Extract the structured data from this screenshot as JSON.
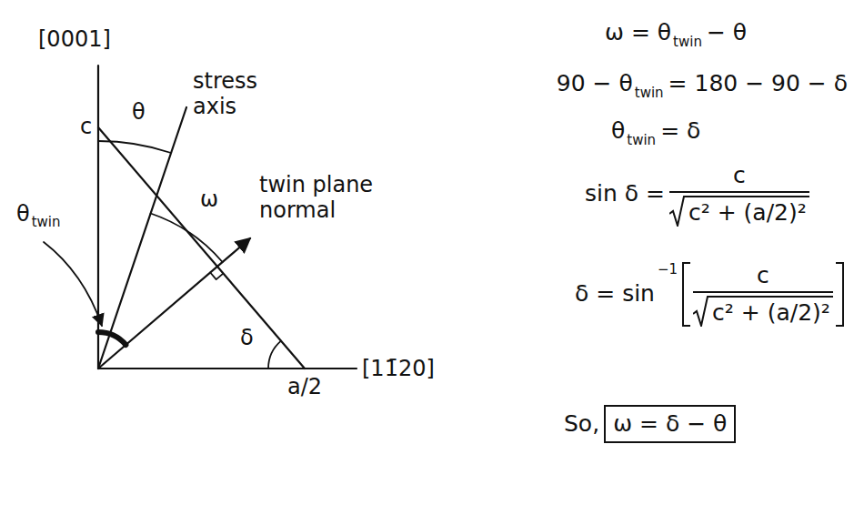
{
  "diagram": {
    "labels": [
      "[0001]",
      "c",
      "stress axis",
      "θ",
      "ω",
      "twin plane normal",
      "θ",
      "twin",
      "δ",
      "a/2",
      "[11̄20]",
      "ω = θ",
      "twin",
      "− θ",
      "90 − θ",
      "twin",
      "= 180 − 90 − δ",
      "θ",
      "twin",
      "= δ",
      "sin δ =",
      "c",
      "c² + (a/2)²",
      "δ = sin",
      "−1",
      "c",
      "c² + (a/2)²",
      "So,",
      "ω = δ − θ"
    ]
  }
}
